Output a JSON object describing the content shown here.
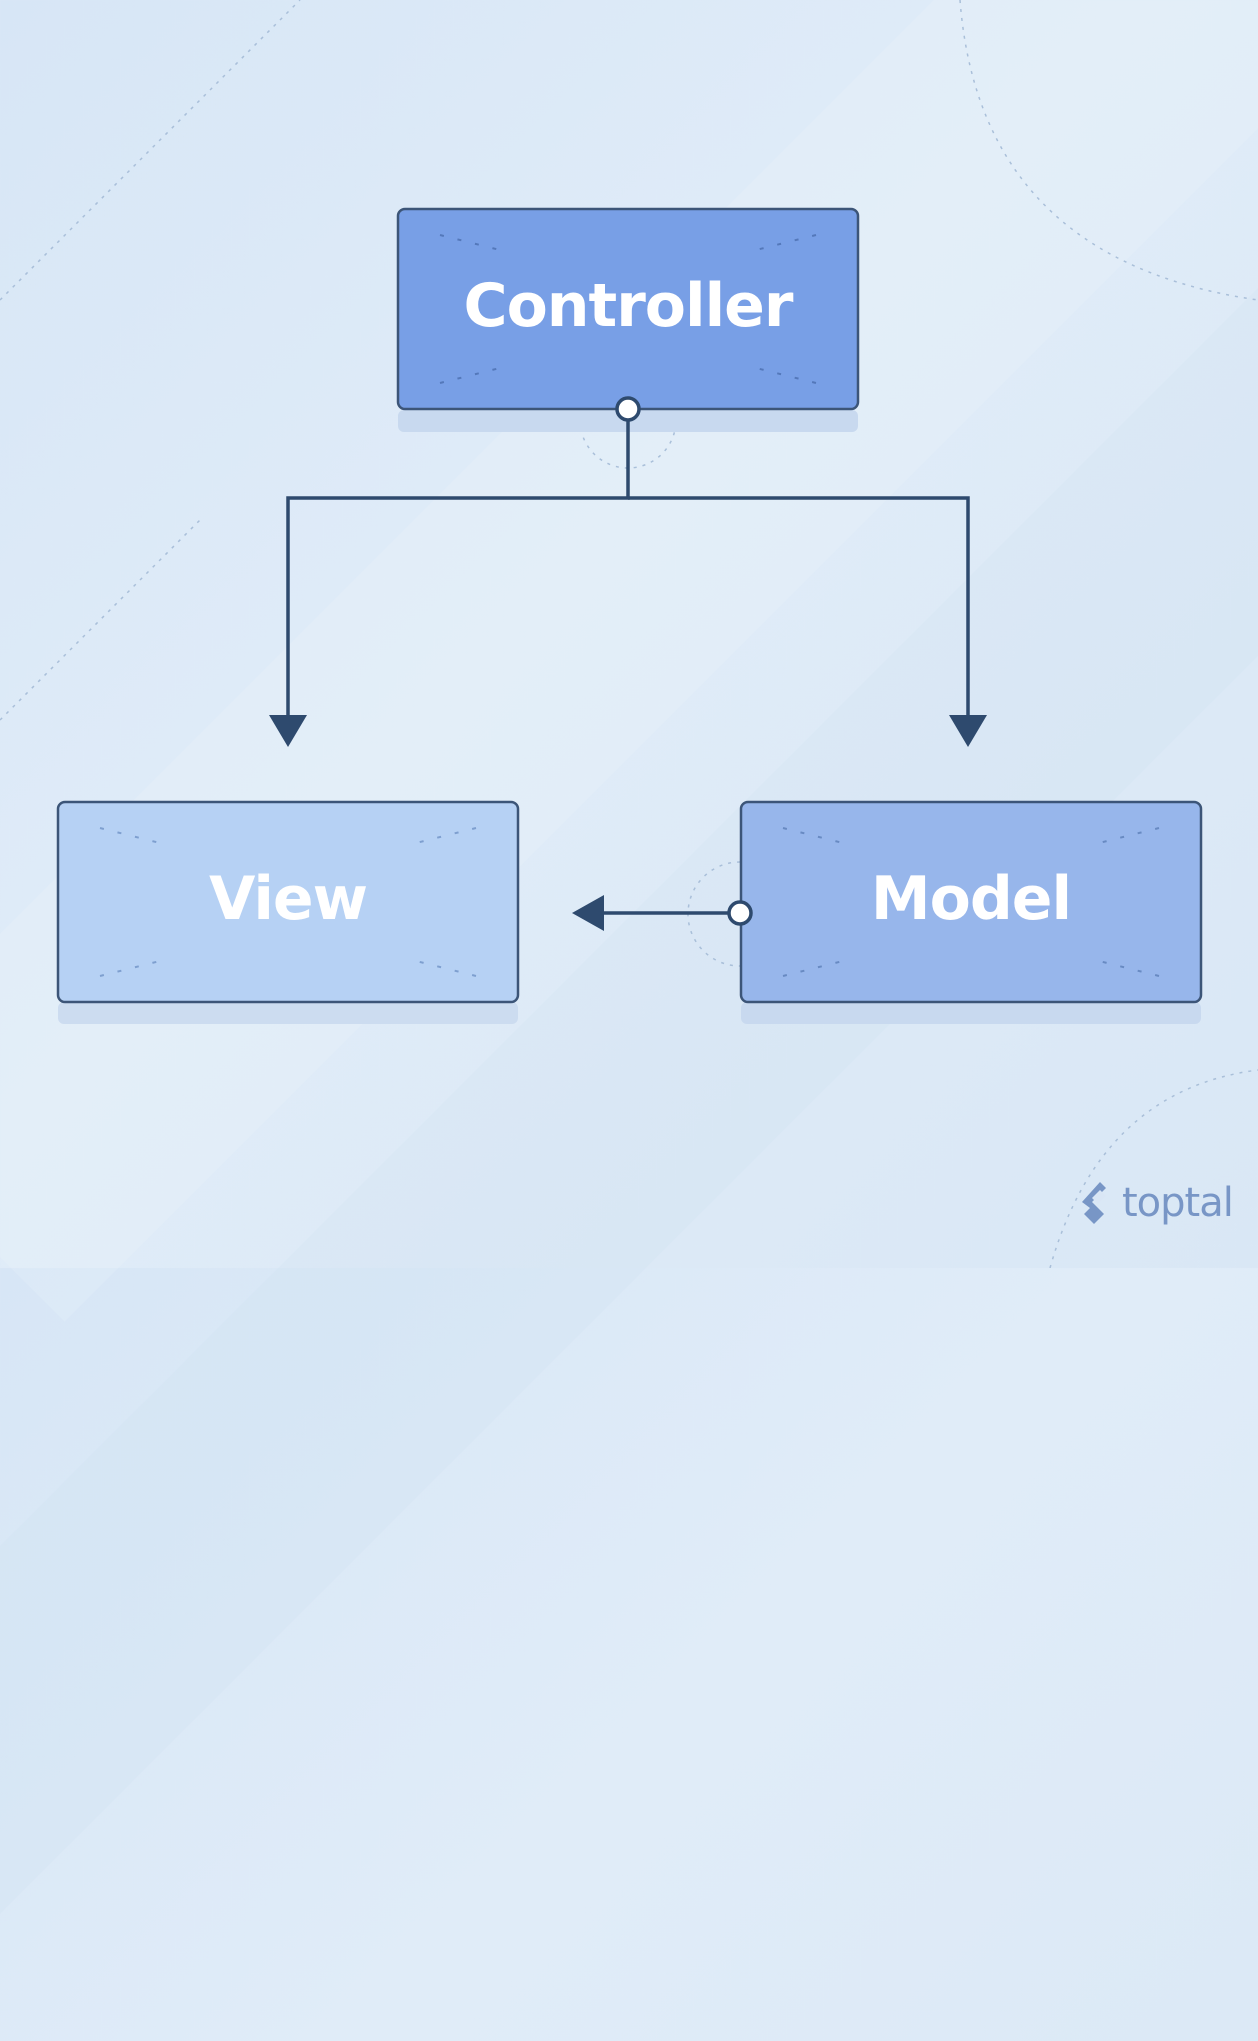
{
  "diagram": {
    "nodes": {
      "controller": {
        "label": "Controller",
        "color": "#789fe6"
      },
      "view": {
        "label": "View",
        "color": "#b6d1f4"
      },
      "model": {
        "label": "Model",
        "color": "#97b6eb"
      }
    },
    "edges": [
      {
        "from": "controller",
        "to": "view"
      },
      {
        "from": "controller",
        "to": "model"
      },
      {
        "from": "model",
        "to": "view"
      }
    ],
    "line_color": "#2e4a6e",
    "border_color": "#3c5578"
  },
  "branding": {
    "logo_text": "toptal",
    "logo_color": "#7896c6"
  }
}
